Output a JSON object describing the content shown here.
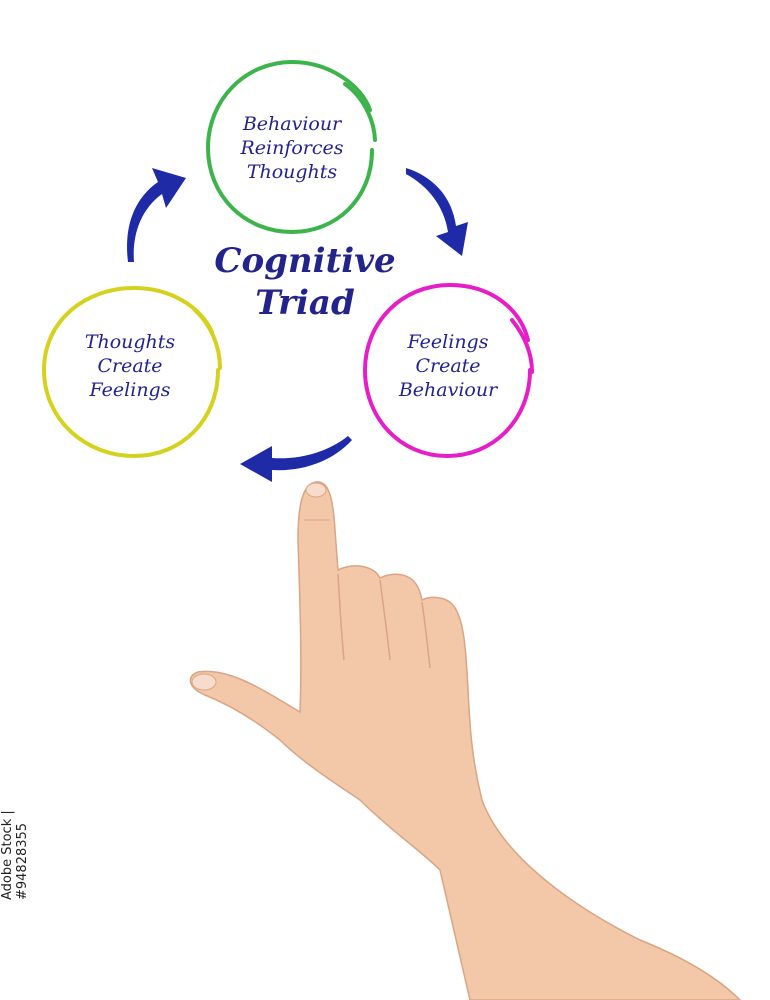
{
  "diagram": {
    "title_lines": [
      "Cognitive",
      "Triad"
    ],
    "nodes": [
      {
        "id": "behaviour",
        "lines": [
          "Behaviour",
          "Reinforces",
          "Thoughts"
        ],
        "color": "#3cb44b"
      },
      {
        "id": "feelings",
        "lines": [
          "Feelings",
          "Create",
          "Behaviour"
        ],
        "color": "#e61ec8"
      },
      {
        "id": "thoughts",
        "lines": [
          "Thoughts",
          "Create",
          "Feelings"
        ],
        "color": "#d4d21e"
      }
    ],
    "arrow_color": "#1e2aa6",
    "text_color": "#23238c"
  },
  "watermark": "Adobe Stock | #94828355"
}
